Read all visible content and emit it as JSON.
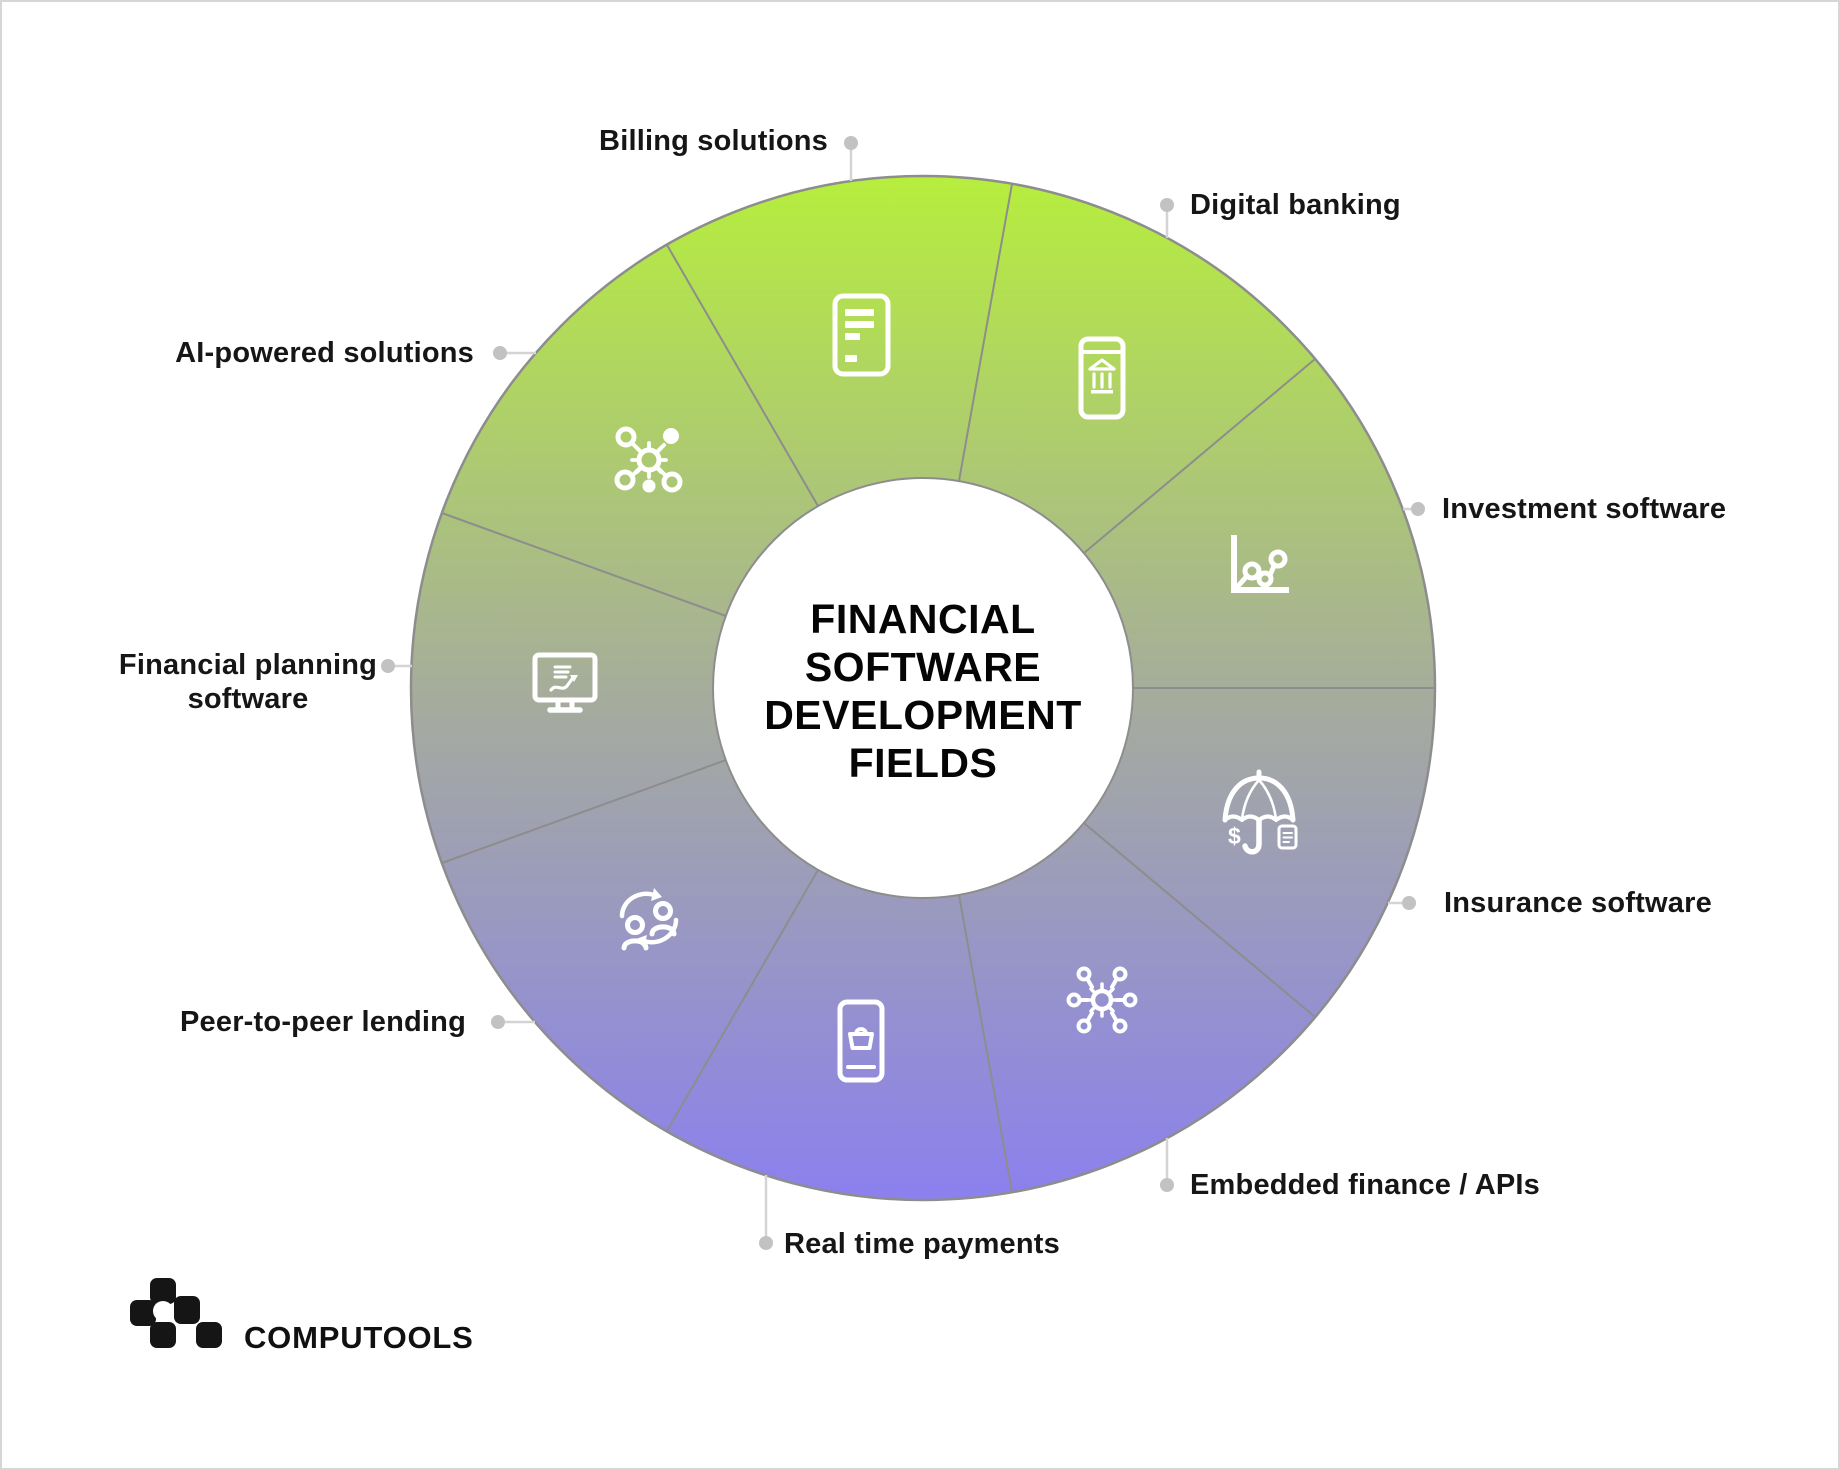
{
  "title": {
    "center": "FINANCIAL\nSOFTWARE\nDEVELOPMENT\nFIELDS"
  },
  "segments": [
    {
      "label": "Billing solutions",
      "icon": "invoice-document-icon"
    },
    {
      "label": "Digital banking",
      "icon": "mobile-bank-icon"
    },
    {
      "label": "Investment software",
      "icon": "line-chart-nodes-icon"
    },
    {
      "label": "Insurance software",
      "icon": "umbrella-money-icon"
    },
    {
      "label": "Embedded finance / APIs",
      "icon": "gear-network-icon"
    },
    {
      "label": "Real time payments",
      "icon": "mobile-basket-icon"
    },
    {
      "label": "Peer-to-peer lending",
      "icon": "people-exchange-icon"
    },
    {
      "label": "Financial planning software",
      "icon": "monitor-chart-icon"
    },
    {
      "label": "AI-powered solutions",
      "icon": "ai-hub-icon"
    }
  ],
  "branding": {
    "logo_text": "COMPUTOOLS"
  },
  "colors": {
    "gradient_top": "#b6ee3d",
    "gradient_mid": "#a6ad9b",
    "gradient_bottom": "#8b80ee",
    "ring_stroke": "#8d8d8d",
    "connector_line": "#d4d4d4",
    "connector_dot": "#c2c2c2",
    "icon_stroke": "#ffffff",
    "label_text": "#161616"
  }
}
